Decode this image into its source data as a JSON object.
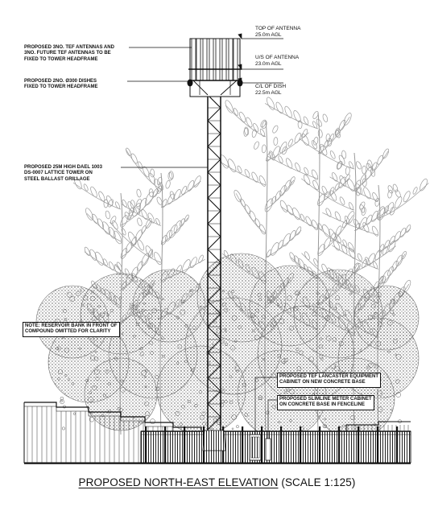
{
  "levels": {
    "top_of_antenna": {
      "label": "TOP OF ANTENNA",
      "value": "25.0m AGL"
    },
    "us_of_antenna": {
      "label": "U/S OF ANTENNA",
      "value": "23.0m AGL"
    },
    "cl_of_dish": {
      "label": "C/L OF DISH",
      "value": "22.5m AGL"
    }
  },
  "notes": {
    "antennas": "PROPOSED 3No. TEF ANTENNAS AND\n3No. FUTURE TEF ANTENNAS TO BE\nFIXED TO TOWER HEADFRAME",
    "dishes": "PROPOSED 2No. Ø300 DISHES\nFIXED TO TOWER HEADFRAME",
    "tower": "PROPOSED 25m HIGH DAEL 1003\nDS-0007 LATTICE TOWER ON\nSTEEL BALLAST GRILLAGE",
    "reservoir": "NOTE: RESERVOIR BANK IN FRONT OF\nCOMPOUND OMITTED FOR CLARITY",
    "equipment_cabinet": "PROPOSED TEF LANCASTER EQUIPMENT\nCABINET ON NEW CONCRETE BASE",
    "meter_cabinet": "PROPOSED SLIMLINE METER CABINET\nON CONCRETE BASE IN FENCELINE"
  },
  "title": {
    "main": "PROPOSED NORTH-EAST ELEVATION",
    "scale": "(SCALE 1:125)"
  },
  "colors": {
    "ink": "#111111",
    "tree": "#9a9a9a",
    "foliage": "#6f6f6f"
  }
}
